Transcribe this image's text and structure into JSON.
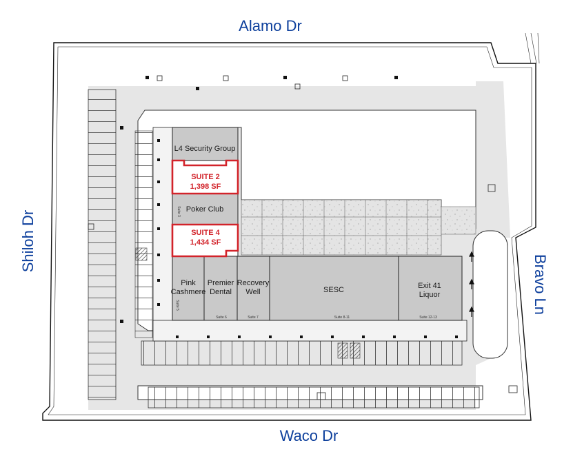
{
  "streets": {
    "north": "Alamo Dr",
    "west": "Shiloh Dr",
    "east": "Bravo Ln",
    "south": "Waco Dr"
  },
  "tenants": {
    "l4": "L4 Security Group",
    "poker": "Poker Club",
    "pink_1": "Pink",
    "pink_2": "Cashmere",
    "premier_1": "Premier",
    "premier_2": "Dental",
    "recovery_1": "Recovery",
    "recovery_2": "Well",
    "sesc": "SESC",
    "exit41_1": "Exit 41",
    "exit41_2": "Liquor"
  },
  "suite_labels": {
    "s3": "Suite 3",
    "s5": "Suite 5",
    "s6": "Suite 6",
    "s7": "Suite 7",
    "s8_11": "Suite 8-11",
    "s12_13": "Suite 12-13"
  },
  "available": {
    "suite2_name": "SUITE 2",
    "suite2_size": "1,398 SF",
    "suite4_name": "SUITE 4",
    "suite4_size": "1,434 SF"
  },
  "colors": {
    "street_label": "#0d3f9c",
    "available_outline": "#d2232a",
    "building_fill": "#c9c9c9",
    "pavement": "#e6e6e6"
  }
}
